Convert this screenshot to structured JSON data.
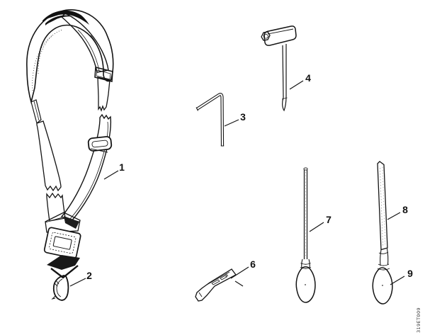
{
  "figure": {
    "background_color": "#ffffff",
    "line_color": "#141414",
    "code": "319ET009",
    "labels": [
      "1",
      "2",
      "3",
      "4",
      "6",
      "7",
      "8",
      "9"
    ]
  }
}
